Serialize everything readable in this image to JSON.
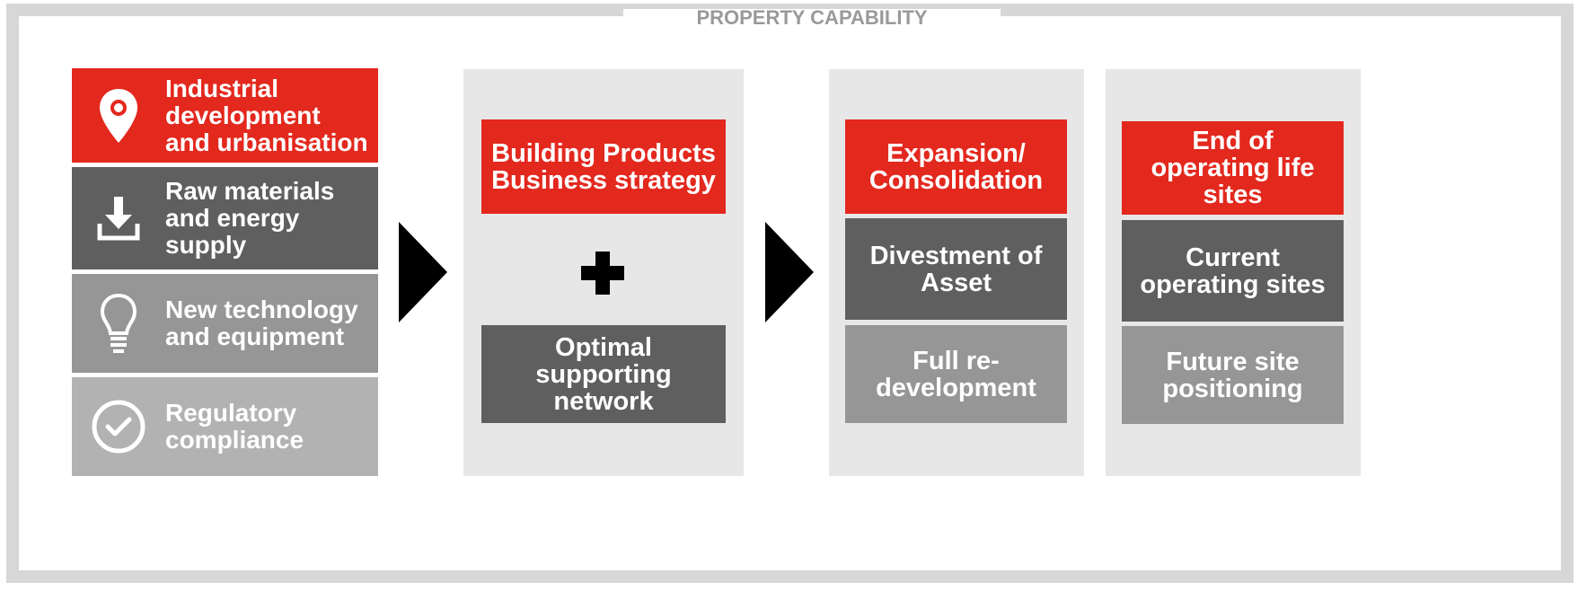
{
  "title": "PROPERTY CAPABILITY",
  "factors": [
    {
      "label": "Industrial development and urbanisation",
      "icon": "map-pin-icon"
    },
    {
      "label": "Raw materials and energy supply",
      "icon": "download-icon"
    },
    {
      "label": "New technology and equipment",
      "icon": "lightbulb-icon"
    },
    {
      "label": "Regulatory compliance",
      "icon": "check-circle-icon"
    }
  ],
  "strategy": {
    "top": "Building Products Business strategy",
    "bottom": "Optimal supporting network"
  },
  "outcomes_a": {
    "top": "Expansion/ Consolidation",
    "middle": "Divestment of Asset",
    "bottom": "Full re-development"
  },
  "outcomes_b": {
    "top": "End of operating life sites",
    "middle": "Current operating sites",
    "bottom": "Future site positioning"
  },
  "colors": {
    "red": "#e3281e",
    "dark_grey": "#5f5f5f",
    "mid_grey": "#969696",
    "light_grey": "#b2b2b2",
    "panel": "#e7e7e7",
    "frame": "#d7d7d7"
  }
}
